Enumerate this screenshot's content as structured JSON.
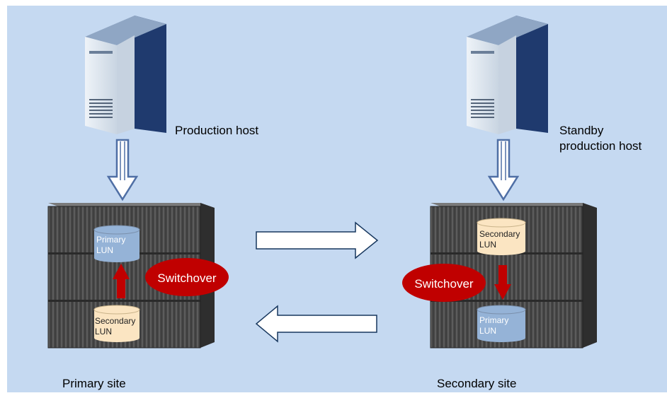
{
  "diagram": {
    "colors": {
      "background": "#c5d9f1",
      "server_front": "#dde6ee",
      "server_side": "#1f3a6e",
      "cabinet": "#4a4a4a",
      "primary_lun": "#95b3d7",
      "secondary_lun": "#fbe5c2",
      "switchover": "#c00000",
      "arrow_outline": "#17375e",
      "arrow_down": "#4f6fa5"
    },
    "labels": {
      "production_host": "Production host",
      "standby_host_line1": "Standby",
      "standby_host_line2": "production host",
      "primary_site": "Primary site",
      "secondary_site": "Secondary site"
    },
    "left_array": {
      "top_lun": {
        "line1": "Primary",
        "line2": "LUN"
      },
      "bottom_lun": {
        "line1": "Secondary",
        "line2": "LUN"
      },
      "switchover": "Switchover"
    },
    "right_array": {
      "top_lun": {
        "line1": "Secondary",
        "line2": "LUN"
      },
      "bottom_lun": {
        "line1": "Primary",
        "line2": "LUN"
      },
      "switchover": "Switchover"
    }
  }
}
